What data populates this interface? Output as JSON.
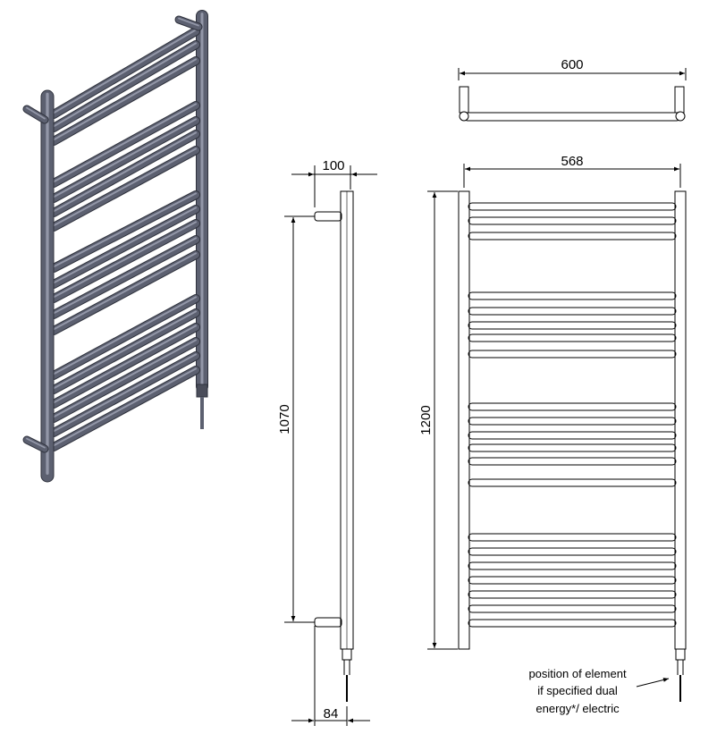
{
  "dimensions": {
    "top_width": "600",
    "front_width": "568",
    "front_height": "1200",
    "side_depth": "100",
    "side_pipe_centres": "1070",
    "side_bottom_offset": "84"
  },
  "note": {
    "line1": "position of element",
    "line2": "if specified dual",
    "line3": "energy*/ electric"
  },
  "colors": {
    "pipe_dark": "#3f4250",
    "pipe_light": "#8e92a3",
    "line": "#000000"
  }
}
